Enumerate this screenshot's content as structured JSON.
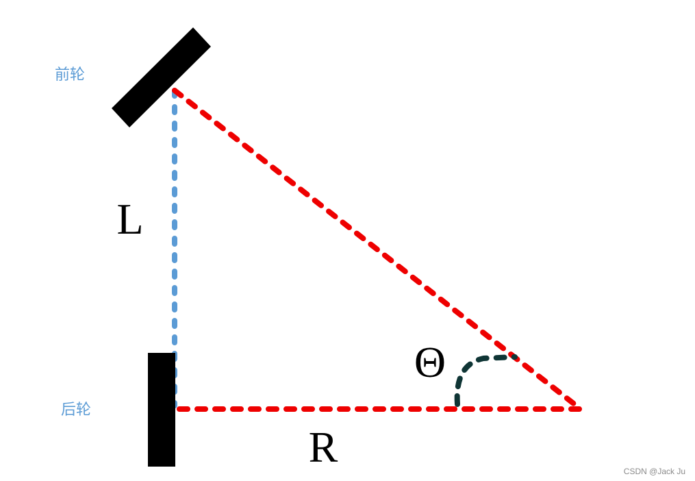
{
  "labels": {
    "front_wheel": "前轮",
    "rear_wheel": "后轮",
    "wheelbase": "L",
    "turning_radius": "R",
    "steering_angle": "Θ"
  },
  "watermark": "CSDN @Jack Ju",
  "colors": {
    "wheel": "#000000",
    "red_dash": "#ee0000",
    "blue_dash": "#5b9bd5",
    "angle_arc": "#0f3535",
    "wheel_label": "#5b9bd5",
    "text": "#000000"
  }
}
